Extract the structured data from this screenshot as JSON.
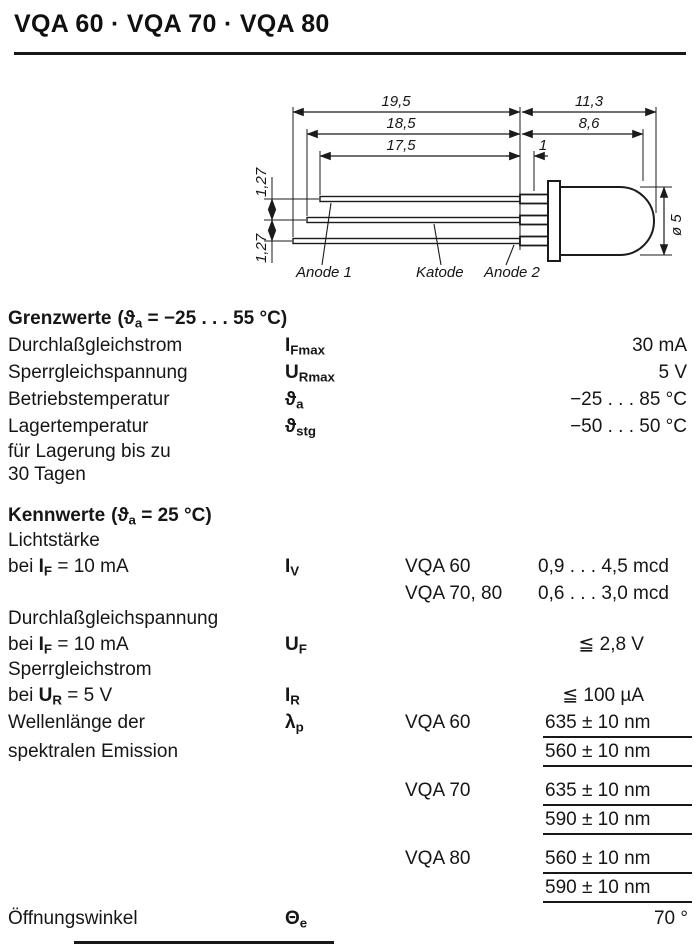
{
  "page": {
    "title": "VQA 60 · VQA 70 · VQA 80"
  },
  "drawing": {
    "dimensions": {
      "length_total": "19,5",
      "length_mid": "18,5",
      "length_short": "17,5",
      "body_total": "11,3",
      "body_length": "8,6",
      "flange": "1",
      "pitch_top": "1,27",
      "pitch_bottom": "1,27",
      "diameter": "ø 5"
    },
    "pin_labels": {
      "anode1": "Anode 1",
      "katode": "Katode",
      "anode2": "Anode 2"
    }
  },
  "grenzwerte": {
    "heading": "Grenzwerte",
    "condition": {
      "pre": "(",
      "sym": "ϑ",
      "sub": "a",
      "post": " = −25 . . . 55 °C)"
    },
    "rows": [
      {
        "name": "Durchlaßgleichstrom",
        "symbol": {
          "base": "I",
          "sub": "Fmax"
        },
        "value": "30 mA"
      },
      {
        "name": "Sperrgleichspannung",
        "symbol": {
          "base": "U",
          "sub": "Rmax"
        },
        "value": "5 V"
      },
      {
        "name": "Betriebstemperatur",
        "symbol": {
          "base": "ϑ",
          "sub": "a"
        },
        "value": "−25 . . . 85 °C"
      },
      {
        "name_lines": [
          "Lagertemperatur",
          "für Lagerung bis zu",
          "30 Tagen"
        ],
        "symbol": {
          "base": "ϑ",
          "sub": "stg"
        },
        "value": "−50 . . . 50 °C"
      }
    ]
  },
  "kennwerte": {
    "heading": "Kennwerte",
    "condition": {
      "pre": "(",
      "sym": "ϑ",
      "sub": "a",
      "post": " = 25 °C)"
    },
    "lichtstaerke": {
      "name": "Lichtstärke",
      "condition": {
        "pre": "bei ",
        "sym": "I",
        "sub": "F",
        "post": " = 10 mA"
      },
      "symbol": {
        "base": "I",
        "sub": "V"
      },
      "variants": [
        {
          "type": "VQA 60",
          "value": "0,9 . . . 4,5 mcd"
        },
        {
          "type": "VQA 70, 80",
          "value": "0,6 . . . 3,0 mcd"
        }
      ]
    },
    "durchlassgleichspannung": {
      "name": "Durchlaßgleichspannung",
      "condition": {
        "pre": "bei ",
        "sym": "I",
        "sub": "F",
        "post": " = 10 mA"
      },
      "symbol": {
        "base": "U",
        "sub": "F"
      },
      "value": "≦ 2,8 V"
    },
    "sperrgleichstrom": {
      "name": "Sperrgleichstrom",
      "condition": {
        "pre": "bei ",
        "sym": "U",
        "sub": "R",
        "post": " = 5 V"
      },
      "symbol": {
        "base": "I",
        "sub": "R"
      },
      "value": "≦ 100 µA"
    },
    "wellenlaenge": {
      "name_lines": [
        "Wellenlänge der",
        "spektralen Emission"
      ],
      "symbol": {
        "base": "λ",
        "sub": "p"
      },
      "variants": [
        {
          "type": "VQA 60",
          "values": [
            "635 ± 10 nm",
            "560 ± 10 nm"
          ]
        },
        {
          "type": "VQA 70",
          "values": [
            "635 ± 10 nm",
            "590 ± 10 nm"
          ]
        },
        {
          "type": "VQA 80",
          "values": [
            "560 ± 10 nm",
            "590 ± 10 nm"
          ]
        }
      ]
    },
    "oeffnungswinkel": {
      "name": "Öffnungswinkel",
      "symbol": {
        "base": "Θ",
        "sub": "e"
      },
      "value": "70 °"
    }
  }
}
